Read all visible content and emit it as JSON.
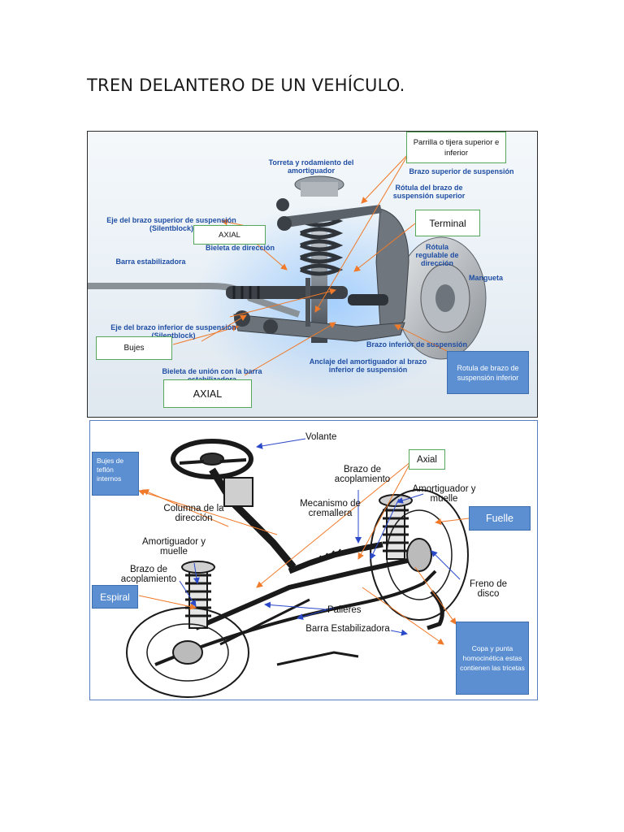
{
  "title": "TREN DELANTERO DE UN VEHÍCULO.",
  "diagram1": {
    "labels": {
      "torreta": "Torreta y rodamiento del amortiguador",
      "brazo_superior": "Brazo superior de suspensión",
      "rotula_superior": "Rótula del brazo de suspensión superior",
      "eje_superior": "Eje del brazo superior de suspensión (Silentblock)",
      "bieleta_direccion": "Bieleta de dirección",
      "rotula_regulable": "Rótula regulable de dirección",
      "barra_estabilizadora": "Barra estabilizadora",
      "mangueta": "Mangueta",
      "eje_inferior": "Eje del brazo inferior de suspensión (Silentblock)",
      "brazo_inferior": "Brazo inferior de suspensión",
      "anclaje": "Anclaje del amortiguador al brazo inferior de suspensión",
      "bieleta_union": "Bieleta de unión con la barra estabilizadora"
    },
    "callouts": {
      "parrilla": "Parrilla o tijera superior e inferior",
      "terminal": "Terminal",
      "axial_small": "AXIAL",
      "bujes": "Bujes",
      "axial_large": "AXIAL",
      "rotula_inferior": "Rotula de brazo de suspensión inferior"
    }
  },
  "diagram2": {
    "labels": {
      "volante": "Volante",
      "brazo_acoplamiento_top": "Brazo de acoplamiento",
      "amortiguador_right": "Amortiguador y muelle",
      "mecanismo": "Mecanismo de cremallera",
      "columna": "Columna de la dirección",
      "amortiguador_left": "Amortiguador y muelle",
      "brazo_acoplamiento_left": "Brazo de acoplamiento",
      "freno": "Freno de disco",
      "palieres": "Palieres",
      "barra": "Barra Estabilizadora"
    },
    "callouts": {
      "bujes_teflon": "Bujes de teflón internos",
      "axial": "Axial",
      "fuelle": "Fuelle",
      "espiral": "Espiral",
      "copa": "Copa y punta homocinética estas contienen las tricetas"
    }
  },
  "colors": {
    "callout_fill": "#5b8fd1",
    "callout_border_green": "#55a85a",
    "arrow_orange": "#f07a2a",
    "label_blue": "#1f4ea3",
    "pointer_blue": "#2a49c9"
  }
}
